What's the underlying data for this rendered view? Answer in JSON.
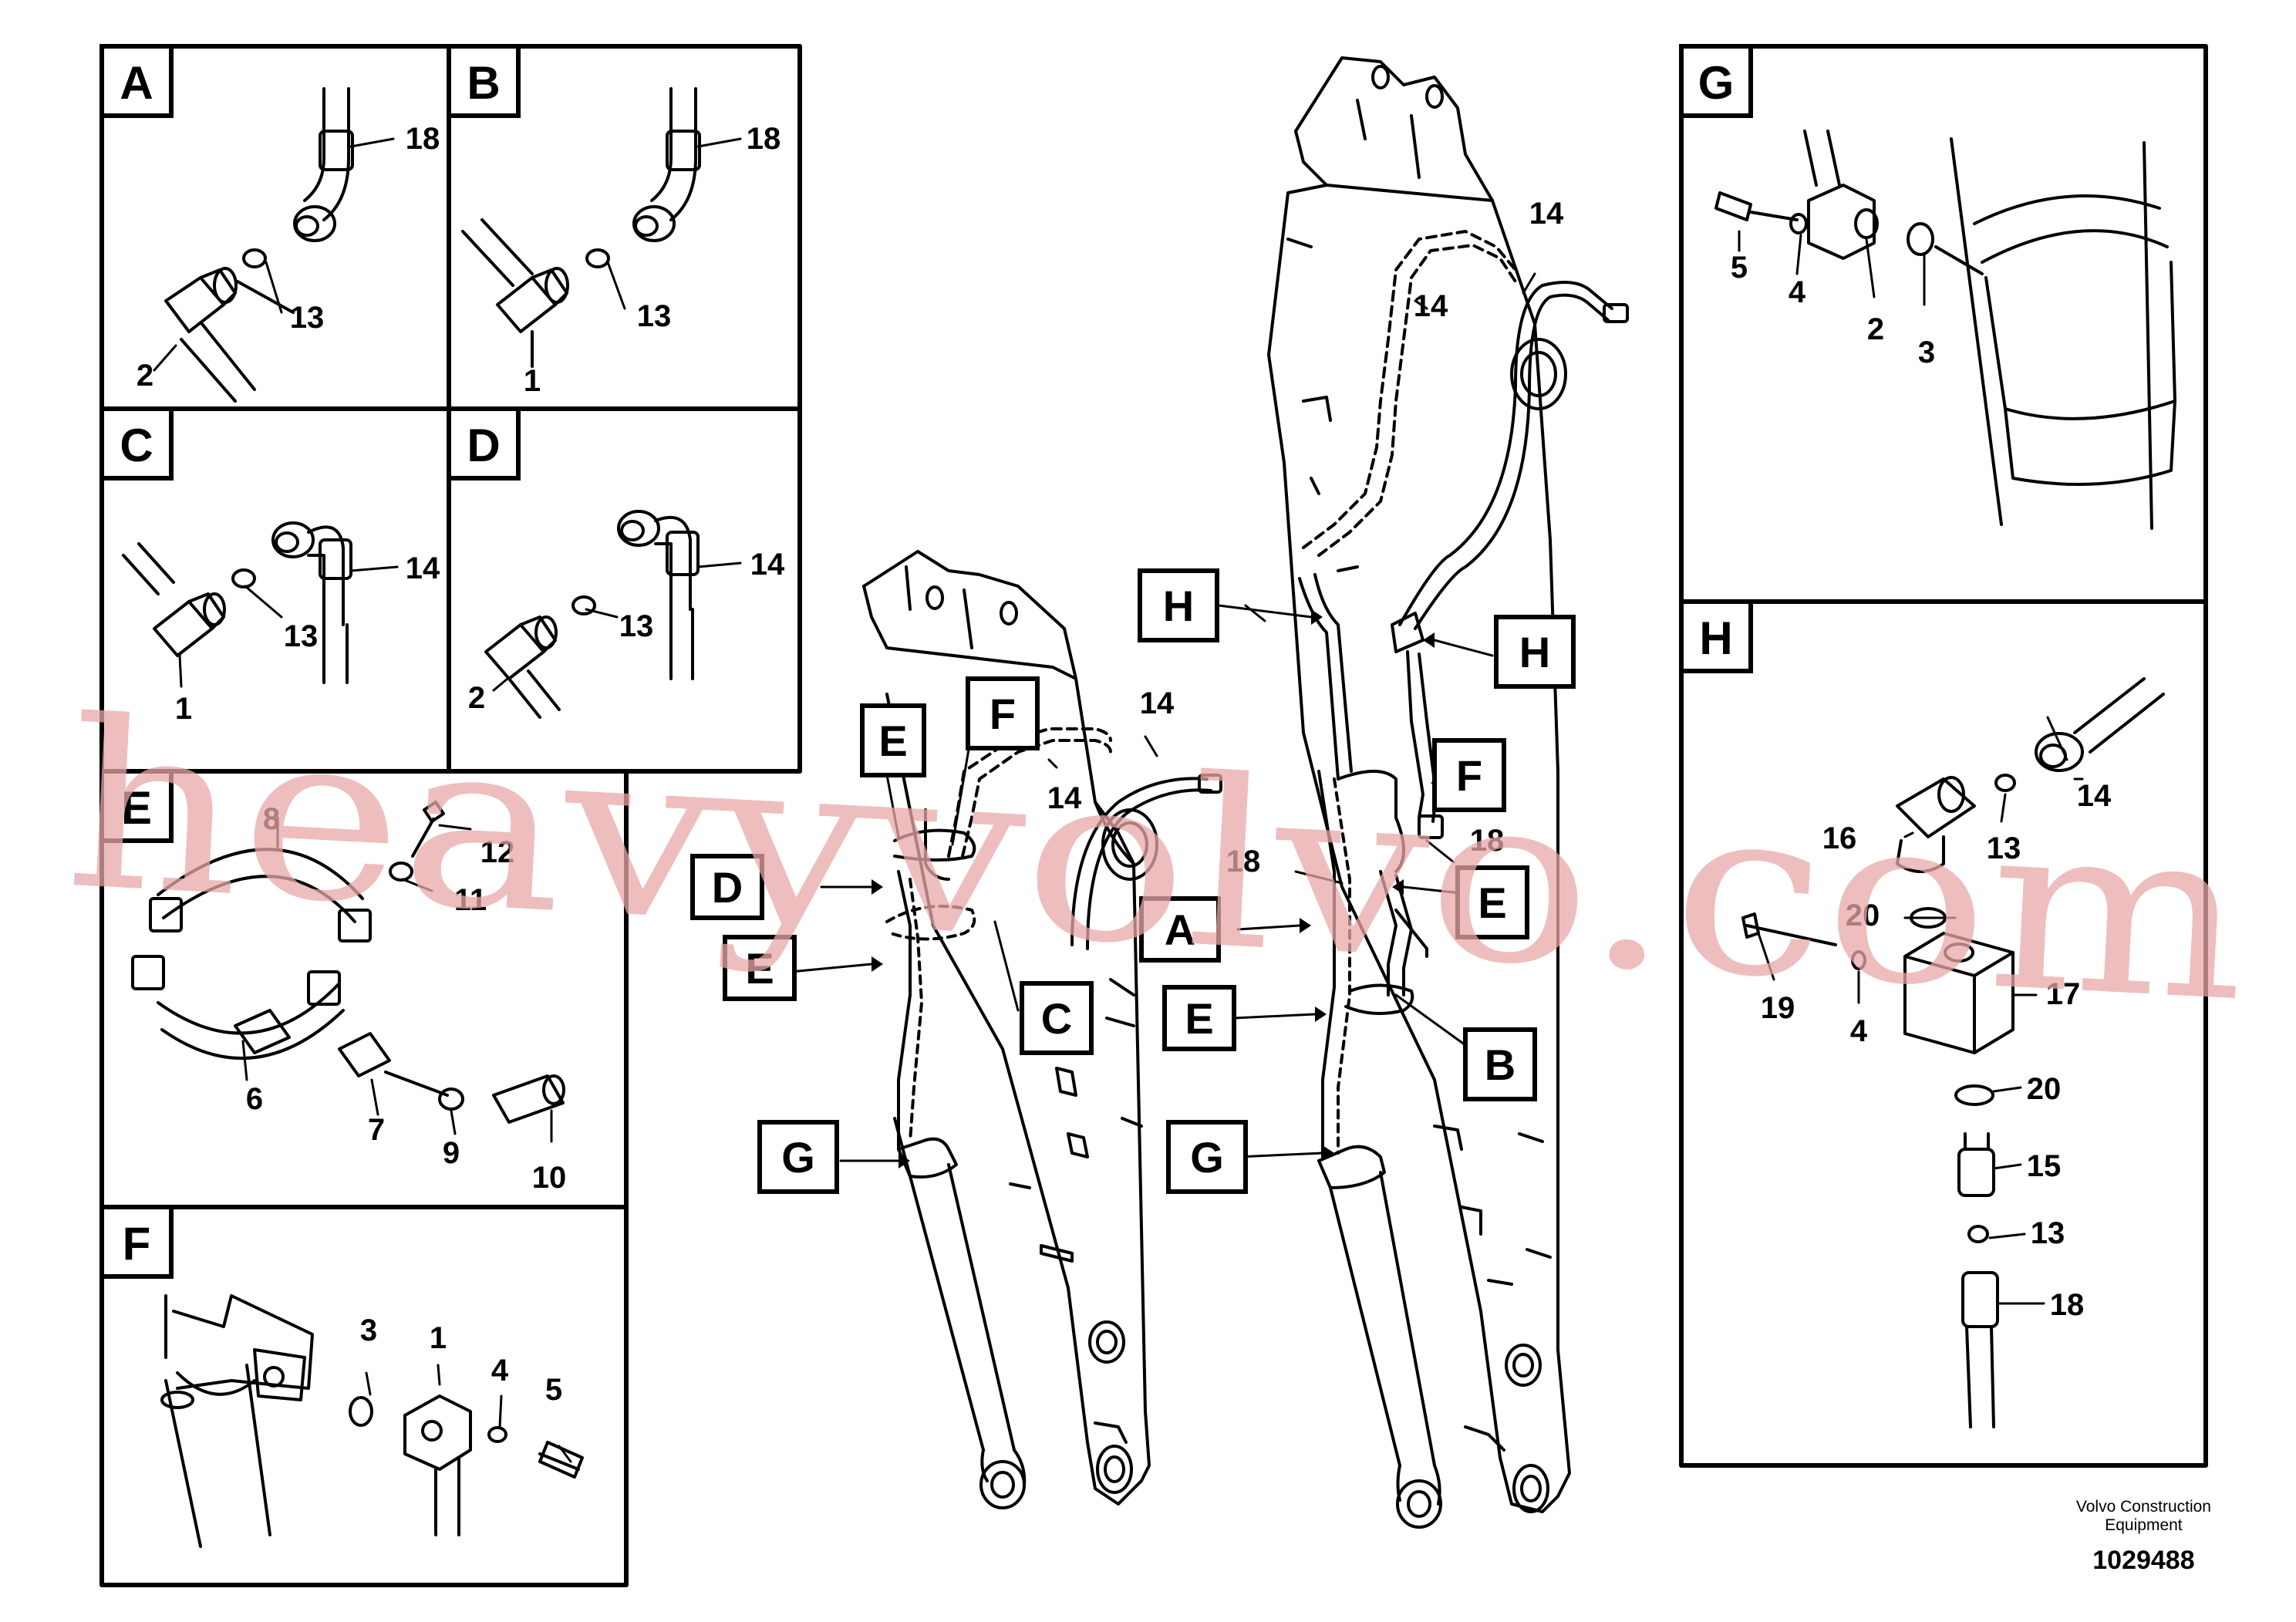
{
  "detail_labels": {
    "A": "A",
    "B": "B",
    "C": "C",
    "D": "D",
    "E": "E",
    "F": "F",
    "G": "G",
    "H": "H"
  },
  "parts": {
    "p1": "1",
    "p2": "2",
    "p3": "3",
    "p4": "4",
    "p5": "5",
    "p6": "6",
    "p7": "7",
    "p8": "8",
    "p9": "9",
    "p10": "10",
    "p11": "11",
    "p12": "12",
    "p13": "13",
    "p14": "14",
    "p15": "15",
    "p16": "16",
    "p17": "17",
    "p18": "18",
    "p19": "19",
    "p20": "20"
  },
  "credit": {
    "line1": "Volvo Construction",
    "line2": "Equipment",
    "number": "1029488"
  },
  "watermark": "heavyvolvo.com"
}
